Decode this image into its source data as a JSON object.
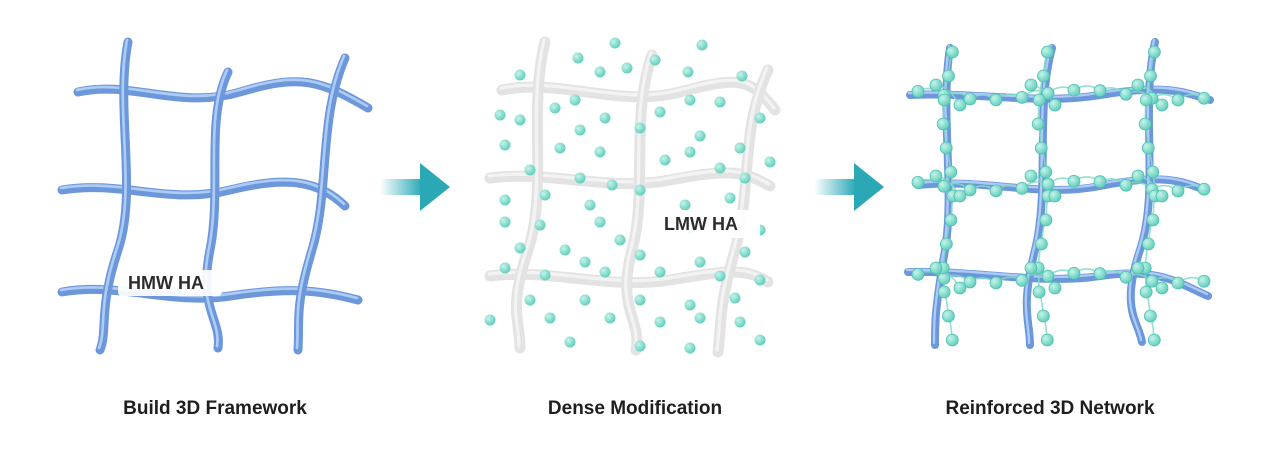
{
  "panels": [
    {
      "caption": "Build 3D Framework",
      "label": "HMW HA"
    },
    {
      "caption": "Dense Modification",
      "label": "LMW HA"
    },
    {
      "caption": "Reinforced 3D Network"
    }
  ],
  "colors": {
    "hmw_strand": "#6c97da",
    "hmw_highlight": "#b4d0f7",
    "inactive_strand": "#e3e3e3",
    "lmw_particle": "#6cd7c5",
    "arrow": "#2aa8b6"
  }
}
